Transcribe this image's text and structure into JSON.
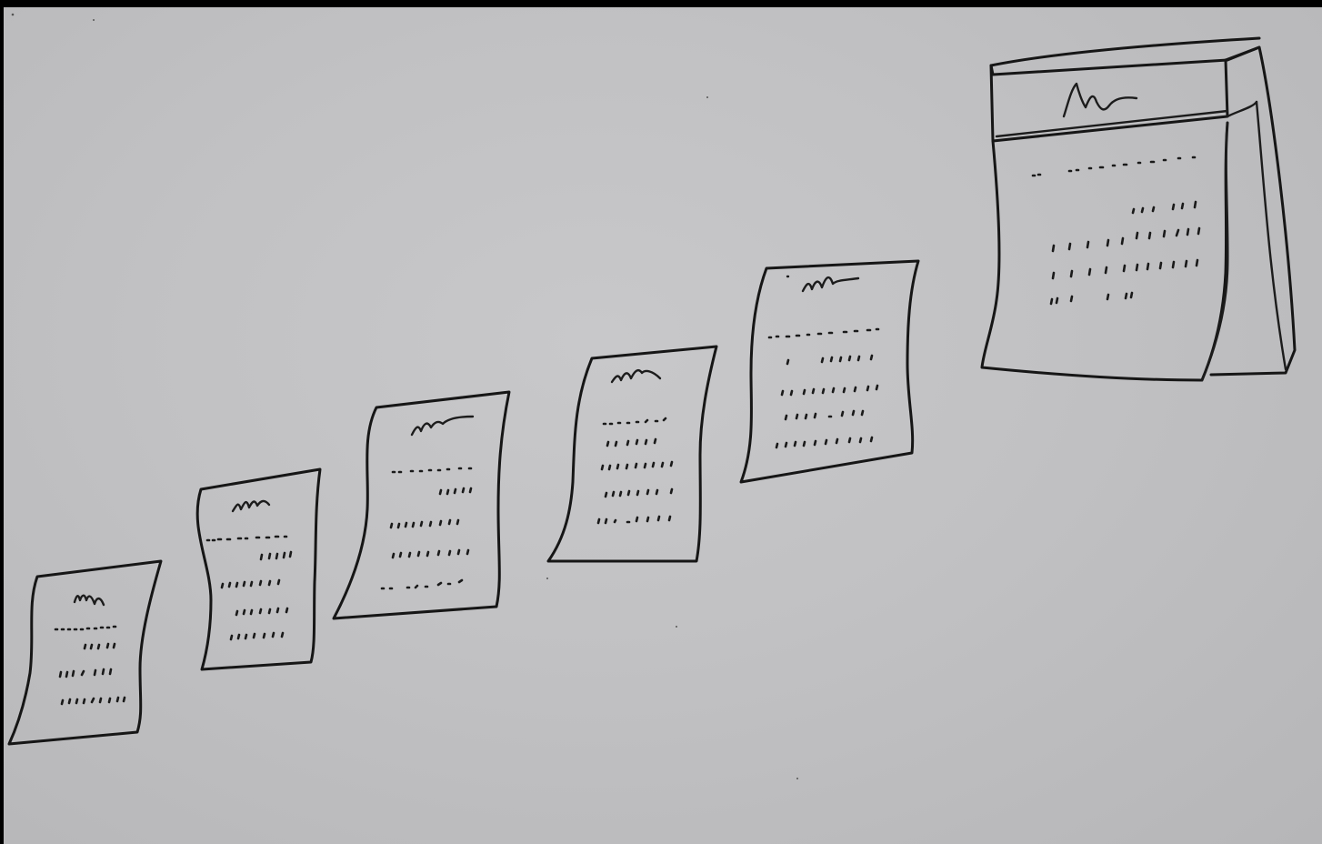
{
  "scene": {
    "kind": "hand-drawn sketch on paper",
    "ink_color": "#161616",
    "paper_color": "#c2c2c4",
    "border_color": "#000000"
  },
  "pages": [
    {
      "id": "page-1",
      "mark": "m"
    },
    {
      "id": "page-2",
      "mark": "m"
    },
    {
      "id": "page-3",
      "mark": "m"
    },
    {
      "id": "page-4",
      "mark": "m"
    },
    {
      "id": "page-5",
      "mark": "m"
    }
  ],
  "book": {
    "id": "book",
    "cover_mark": "m"
  }
}
